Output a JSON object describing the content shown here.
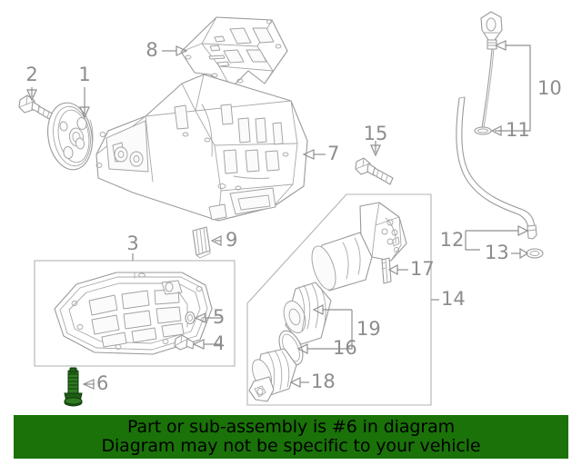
{
  "diagram": {
    "title": "Engine oil pan and oil filter parts diagram",
    "background_color": "#ffffff",
    "line_color": "#9a9a9a",
    "label_color": "#8d8d8d",
    "highlight_color": "#2f7a22"
  },
  "callouts": [
    {
      "number": "1",
      "part": "crankshaft-pulley"
    },
    {
      "number": "2",
      "part": "pulley-bolt"
    },
    {
      "number": "3",
      "part": "lower-oil-pan-assembly"
    },
    {
      "number": "4",
      "part": "oil-drain-plug"
    },
    {
      "number": "5",
      "part": "drain-plug-gasket"
    },
    {
      "number": "6",
      "part": "oil-pan-bolt-highlighted"
    },
    {
      "number": "7",
      "part": "upper-oil-pan"
    },
    {
      "number": "8",
      "part": "oil-baffle-plate"
    },
    {
      "number": "9",
      "part": "oil-pan-plug"
    },
    {
      "number": "10",
      "part": "oil-level-dipstick"
    },
    {
      "number": "11",
      "part": "dipstick-o-ring"
    },
    {
      "number": "12",
      "part": "dipstick-guide-tube"
    },
    {
      "number": "13",
      "part": "guide-tube-o-ring"
    },
    {
      "number": "14",
      "part": "oil-filter-housing-assembly"
    },
    {
      "number": "15",
      "part": "filter-housing-bolt"
    },
    {
      "number": "16",
      "part": "filter-cap-o-ring"
    },
    {
      "number": "17",
      "part": "filter-drain-pin"
    },
    {
      "number": "18",
      "part": "oil-filter-cap"
    },
    {
      "number": "19",
      "part": "oil-filter-element"
    }
  ],
  "banner": {
    "background_color": "#1a7209",
    "text_color": "#000000",
    "line1": "Part or sub-assembly is #6 in diagram",
    "line2": "Diagram may not be specific to your vehicle"
  }
}
